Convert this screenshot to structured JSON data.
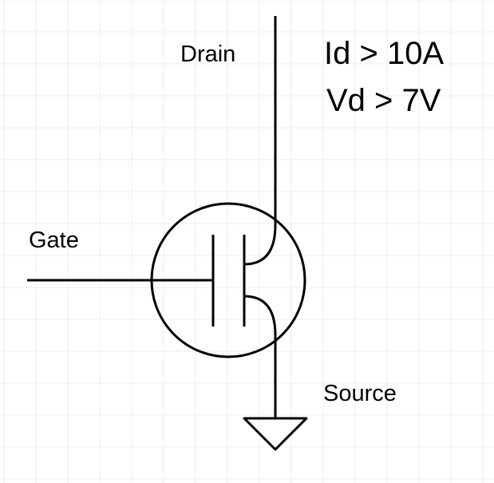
{
  "labels": {
    "drain": "Drain",
    "gate": "Gate",
    "source": "Source"
  },
  "specs": {
    "current": "Id > 10A",
    "voltage": "Vd > 7V"
  },
  "colors": {
    "grid": "#ececec",
    "stroke": "#000000",
    "background": "#ffffff"
  }
}
